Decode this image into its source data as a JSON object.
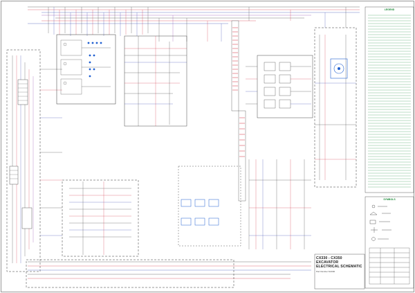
{
  "title_block": {
    "line1": "CX330 - CX350 EXCAVATOR",
    "line2": "ELECTRICAL SCHEMATIC",
    "line3": "Part Number 8-0000"
  },
  "legend": {
    "heading": "LEGEND"
  },
  "symbols": {
    "heading": "SYMBOLS"
  },
  "colors": {
    "wire_black": "#333333",
    "wire_red": "#d22a3c",
    "wire_blue": "#2b3fb0",
    "wire_purple": "#8a3fa8",
    "legend_green": "#1d8a3a",
    "component_blue": "#1f5fd0"
  }
}
